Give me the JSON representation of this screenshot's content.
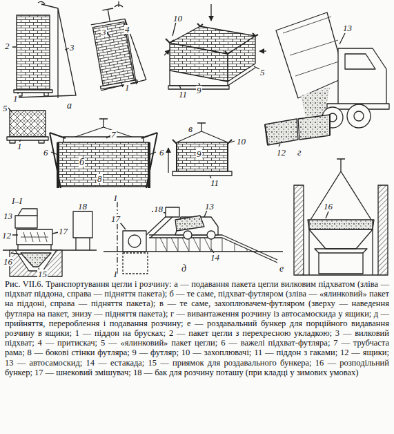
{
  "diagram": {
    "title": "Рис. VII.6. Транспортування цегли і розчину:",
    "caption": "а — подавання пакета цегли вилковим підхватом (зліва — підхват піддона, справа — підняття пакета); б — те саме, підхват-футляром (зліва — «ялинковий» пакет на піддоні, справа — підняття пакета); в — те саме, захоплювачем-футляром (зверху — наведення футляра на пакет, знизу — підняття пакета); г — вивантаження розчину із автосамоскида у ящики; д — прийняття, перероблення і подавання розчину; е — роздавальний бункер для порційного видавання розчину в ящики; 1 — піддон на брусках; 2 — пакет цегли з перехресною укладкою; 3 — вилковий підхват; 4 — притискач; 5 — «ялинковий» пакет цегли; 6 — важелі підхват-футляра; 7 — трубчаста рама; 8 — бокові стінки футляра; 9 — футляр; 10 — захоплювачі; 11 — піддон з гаками; 12 — ящики; 13 — автосамоскид; 14 — естакада; 15 — приямок для роздавального бункера; 16 — розподільний бункер; 17 — шнековий змішувач; 18 — бак для розчину поташу (при кладці у зимових умовах)",
    "labels": [
      "2",
      "3",
      "1",
      "3",
      "4",
      "1",
      "а",
      "5",
      "1",
      "6",
      "7",
      "6",
      "8",
      "б",
      "10",
      "5",
      "9",
      "11",
      "10",
      "9",
      "11",
      "в",
      "13",
      "12",
      "г",
      "I–I",
      "13",
      "18",
      "12",
      "17",
      "16",
      "15",
      "I",
      "18",
      "13",
      "17",
      "14",
      "I",
      "д",
      "16",
      "е"
    ]
  }
}
